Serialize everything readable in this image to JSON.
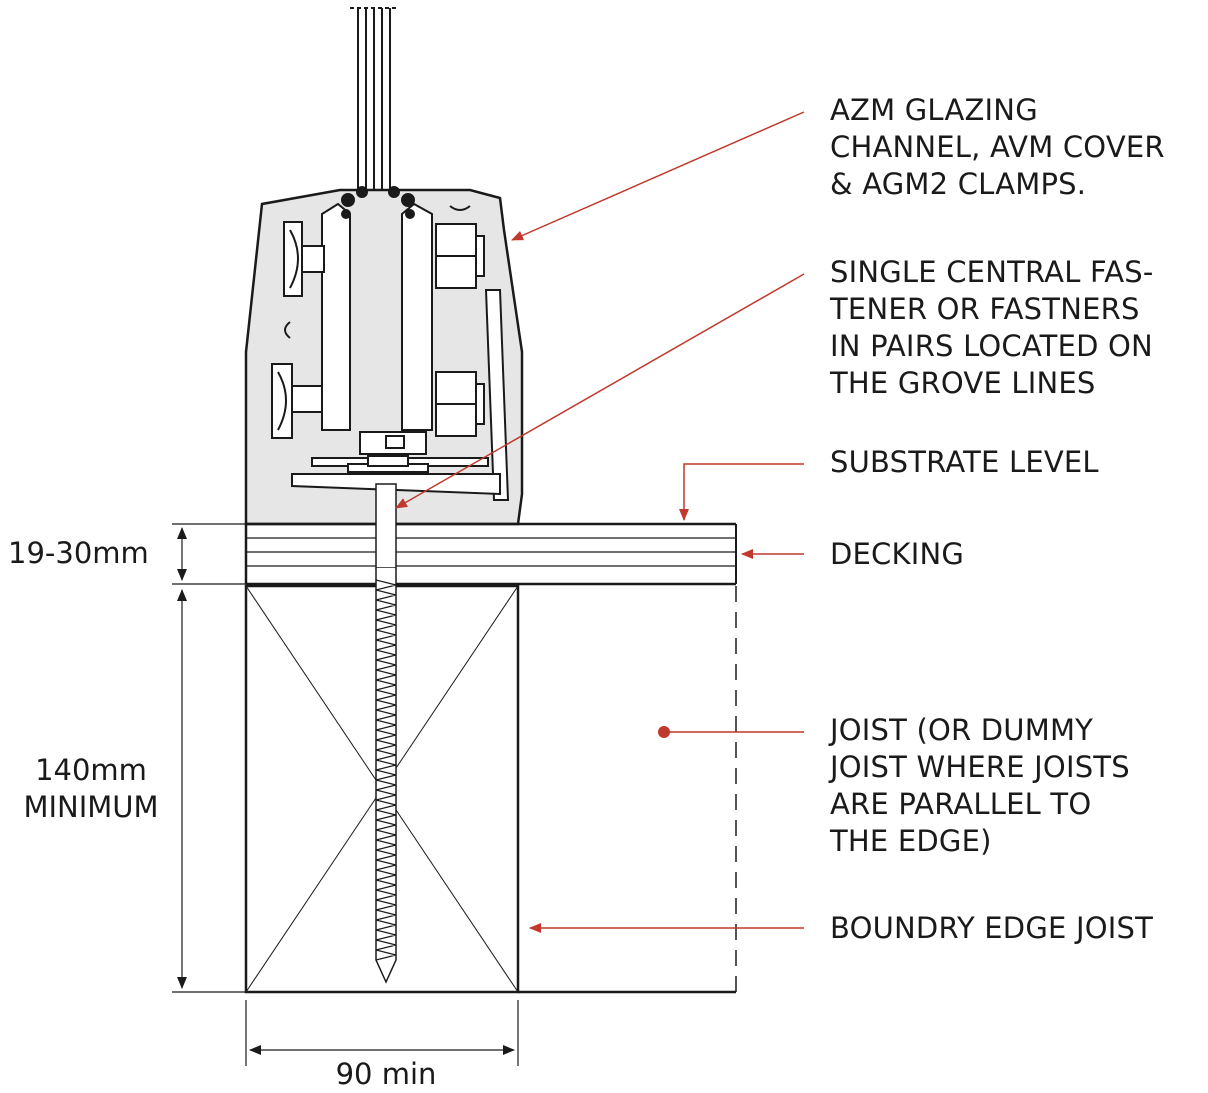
{
  "colors": {
    "leader": "#c0392b",
    "line": "#1a1a1a",
    "profile_fill": "#e6e6e6",
    "background": "#ffffff"
  },
  "labels": {
    "glazing_channel": [
      "AZM GLAZING",
      "CHANNEL, AVM COVER",
      "& AGM2 CLAMPS."
    ],
    "fastener": [
      "SINGLE CENTRAL FAS-",
      "TENER OR FASTNERS",
      "IN PAIRS LOCATED ON",
      "THE GROVE LINES"
    ],
    "substrate_level": [
      "SUBSTRATE LEVEL"
    ],
    "decking": [
      "DECKING"
    ],
    "joist": [
      "JOIST (OR DUMMY",
      "JOIST WHERE JOISTS",
      "ARE PARALLEL TO",
      "THE EDGE)"
    ],
    "boundary_edge_joist": [
      "BOUNDRY EDGE JOIST"
    ]
  },
  "dimensions": {
    "decking_thickness": "19-30mm",
    "joist_depth": [
      "140mm",
      "MINIMUM"
    ],
    "joist_width": "90 min"
  }
}
